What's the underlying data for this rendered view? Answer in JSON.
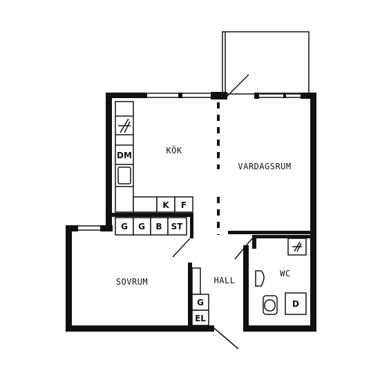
{
  "rooms": {
    "kitchen": "KÖK",
    "living": "VARDAGSRUM",
    "bedroom": "SOVRUM",
    "hall": "HALL",
    "wc": "WC"
  },
  "fixtures": {
    "dm": "DM",
    "k": "K",
    "f": "F",
    "g1": "G",
    "g2": "G",
    "b": "B",
    "st": "ST",
    "g_hall": "G",
    "el": "EL",
    "d": "D"
  },
  "colors": {
    "line": "#111111",
    "background": "#ffffff"
  }
}
